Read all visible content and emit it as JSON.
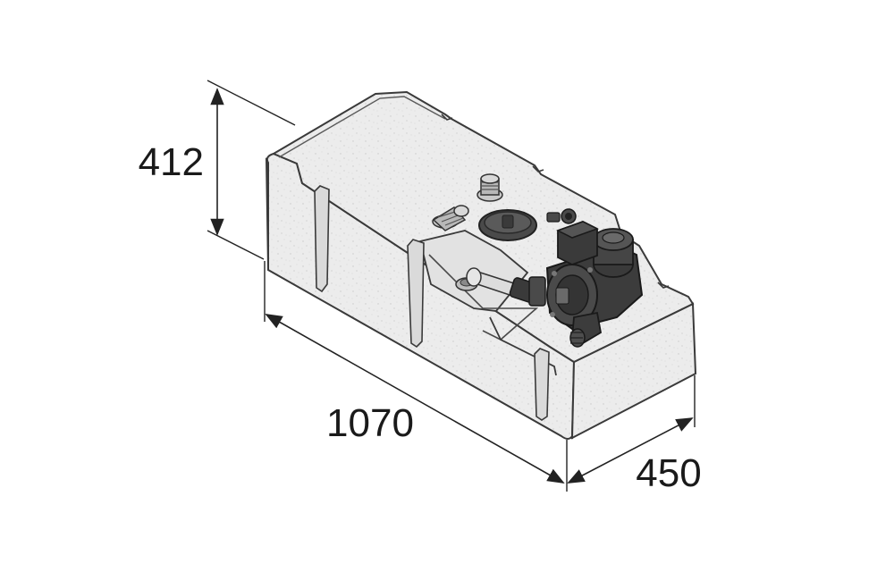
{
  "dimensions": {
    "height": {
      "label": "412"
    },
    "length": {
      "label": "1070"
    },
    "width": {
      "label": "450"
    }
  },
  "colors": {
    "tank_fill": "#ececec",
    "tank_top": "#f2f2f2",
    "tank_shadow": "#dcdcdc",
    "outline": "#3a3a3a",
    "pump": "#3c3c3c",
    "pump_dark": "#262626",
    "pump_light": "#6a6a6a",
    "fitting": "#b8b8b8",
    "dimension_line": "#222222"
  }
}
